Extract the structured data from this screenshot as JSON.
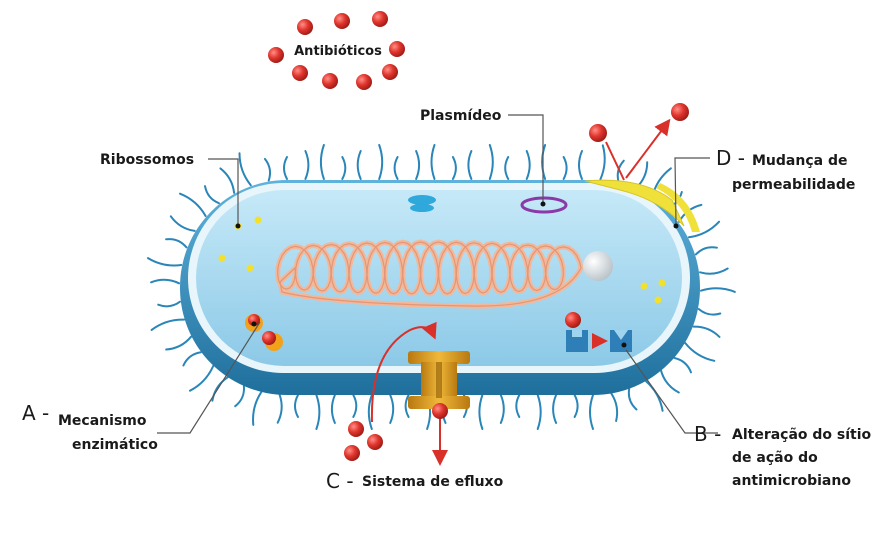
{
  "labels": {
    "antibioticos": "Antibióticos",
    "ribossomos": "Ribossomos",
    "plasmideo": "Plasmídeo",
    "d_letter": "D -",
    "d_line1": "Mudança de",
    "d_line2": "permeabilidade",
    "a_letter": "A -",
    "a_line1": "Mecanismo",
    "a_line2": "enzimático",
    "b_letter": "B -",
    "b_line1": "Alteração do sítio",
    "b_line2": "de ação do",
    "b_line3": "antimicrobiano",
    "c_letter": "C -",
    "c_line1": "Sistema de efluxo"
  },
  "colors": {
    "antibiotic": "#d9302a",
    "membrane_outer": "#2a86b8",
    "membrane_inner": "#bfe6f7",
    "cytoplasm": "#9fd3ee",
    "flagella": "#2a86b8",
    "dna": "#f3b89a",
    "plasmid": "#8a3aa8",
    "ribosome": "#f2e02a",
    "efflux_pump": "#e0a21a",
    "permeability_patch": "#f0e03a",
    "target_site": "#2e7fb8",
    "arrow": "#d9302a"
  }
}
